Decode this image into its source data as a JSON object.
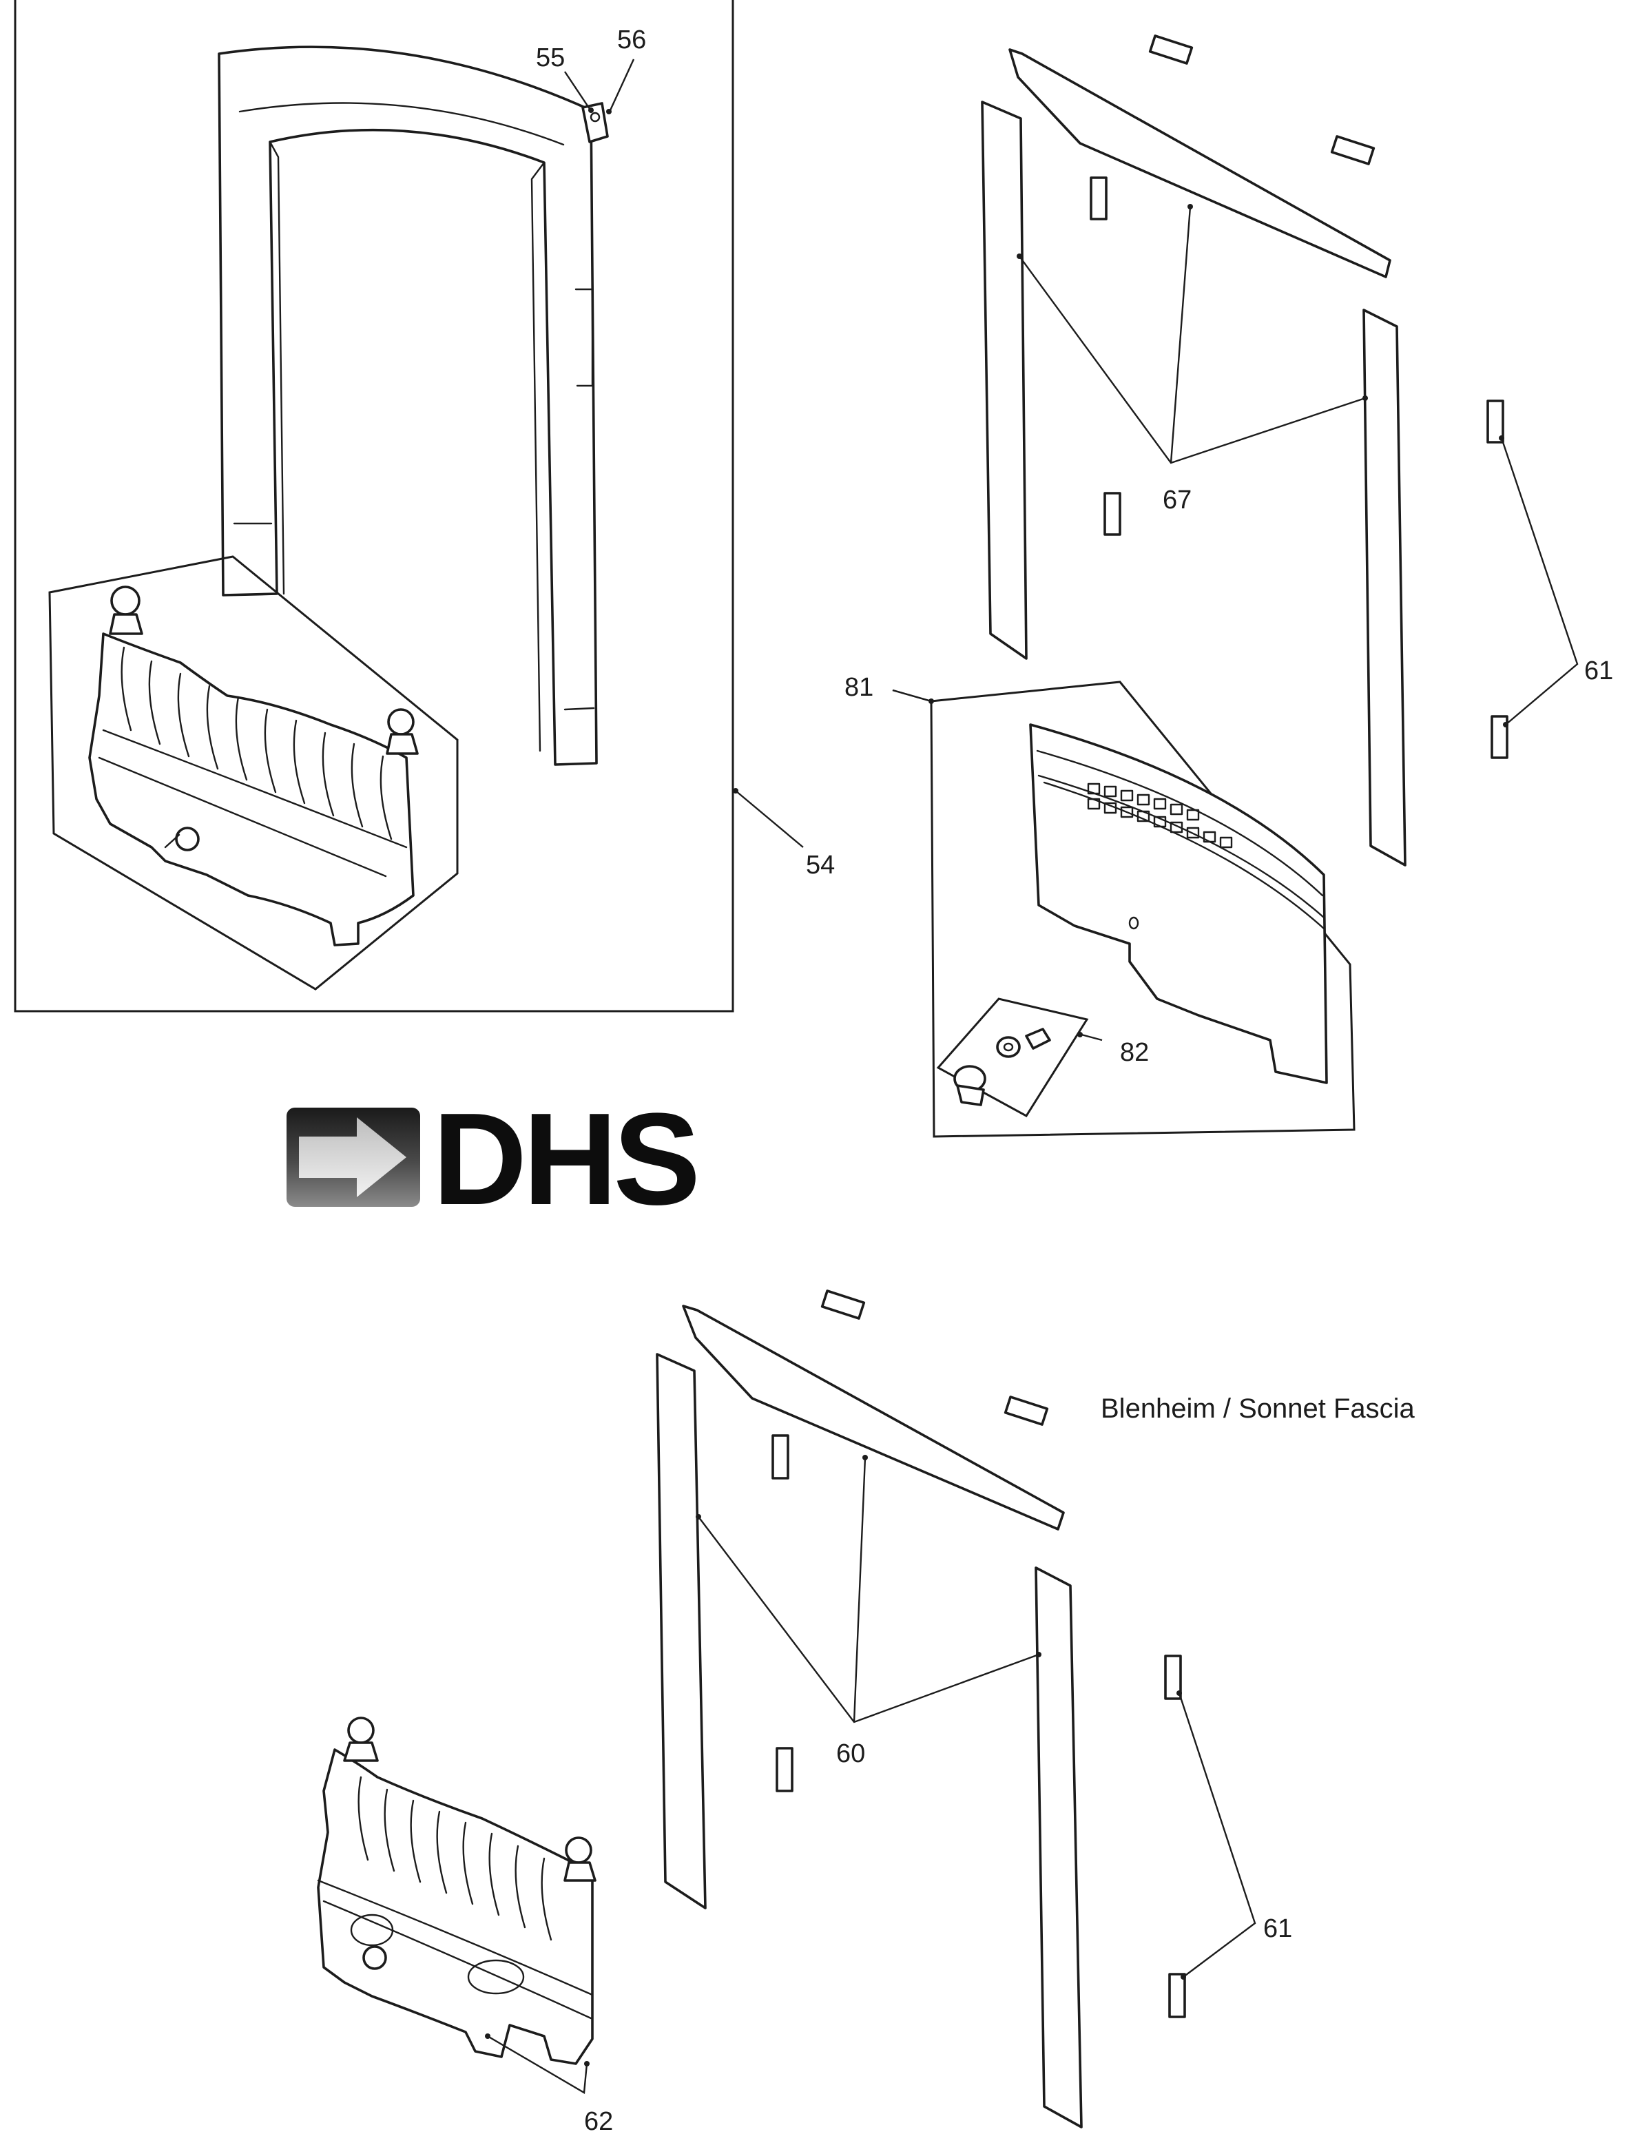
{
  "caption": "Blenheim / Sonnet Fascia",
  "logo": {
    "text": "DHS"
  },
  "part_labels": {
    "p55": "55",
    "p56": "56",
    "p54": "54",
    "p67": "67",
    "p61_top": "61",
    "p81": "81",
    "p82": "82",
    "p60": "60",
    "p61_bottom": "61",
    "p62": "62"
  },
  "colors": {
    "ink": "#1c1c1c",
    "logo_dark": "#0d0d0d",
    "logo_grey": "#5a5a5a",
    "paper": "#ffffff"
  }
}
